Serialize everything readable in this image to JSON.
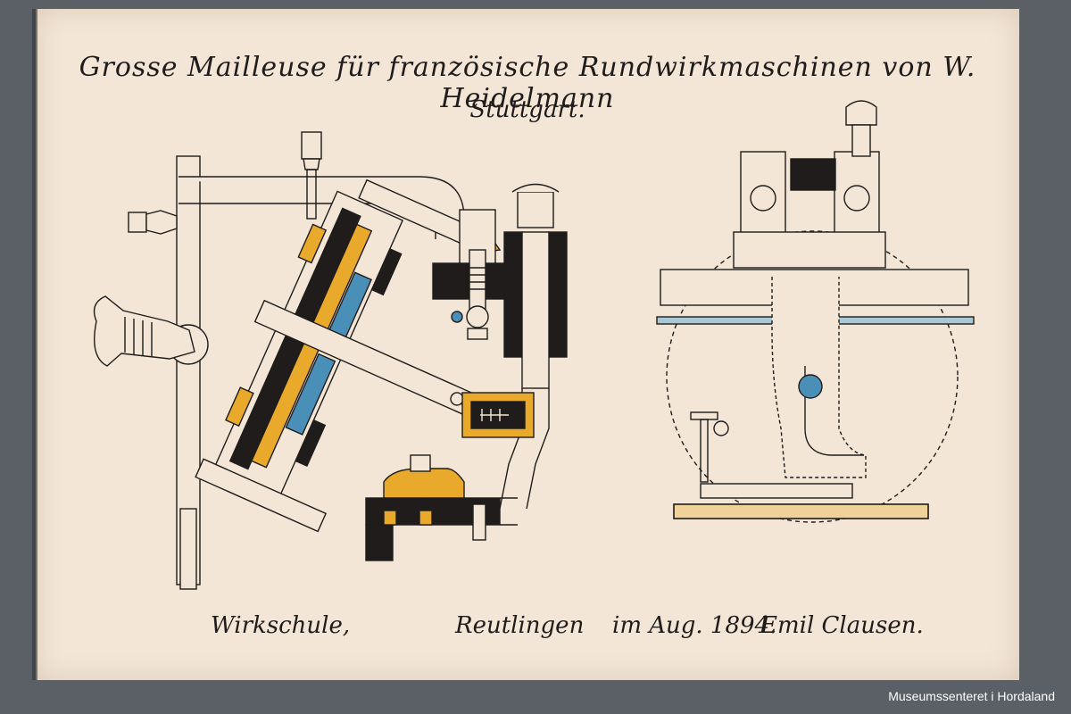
{
  "drawing": {
    "title": "Grosse Mailleuse für französische Rundwirkmaschinen von W. Heidelmann",
    "subtitle": "Stuttgart.",
    "footer": {
      "school": "Wirkschule,",
      "city": "Reutlingen",
      "date": "im Aug. 1894.",
      "author": "Emil Clausen."
    }
  },
  "credit": "Museumssenteret i Hordaland",
  "colors": {
    "paper": "#f3e6d6",
    "ink": "#1f1c1b",
    "yellow": "#e9a92a",
    "blue": "#4a8fb8",
    "lightblue": "#a9c8d6",
    "background": "#5b6066"
  }
}
